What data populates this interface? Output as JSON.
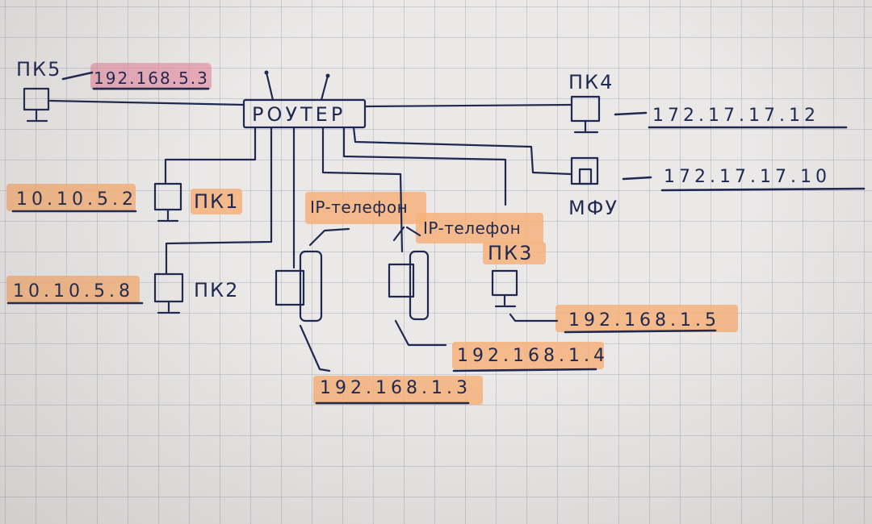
{
  "router": {
    "label": "РОУТЕР"
  },
  "devices": {
    "pc5": {
      "name": "ПК5",
      "ip": "192.168.5.3"
    },
    "pc4": {
      "name": "ПК4",
      "ip": "172.17.17.12"
    },
    "mfu": {
      "name": "МФУ",
      "ip": "172.17.17.10"
    },
    "pc1": {
      "name": "ПК1",
      "ip": "10.10.5.2"
    },
    "pc2": {
      "name": "ПК2",
      "ip": "10.10.5.8"
    },
    "phone1": {
      "name": "IP-телефон",
      "ip": "192.168.1.3"
    },
    "phone2": {
      "name": "IP-телефон",
      "ip": "192.168.1.4"
    },
    "pc3": {
      "name": "ПК3",
      "ip": "192.168.1.5"
    }
  },
  "colors": {
    "ink": "#1f2850",
    "highlight": "#f6b27a",
    "highlight_pink": "#e58aa0",
    "paper": "#ebe9e8"
  }
}
